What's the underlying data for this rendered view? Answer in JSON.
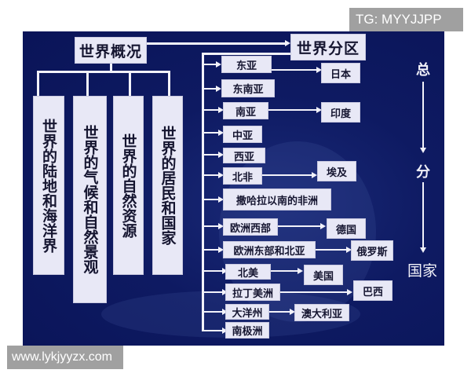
{
  "watermarks": {
    "top_right": "TG: MYYJJPP",
    "bottom_left": "www.lykjyyzx.com"
  },
  "diagram": {
    "root_left": "世界概况",
    "root_right": "世界分区",
    "left_branches": [
      "世界的陆地和海洋界",
      "世界的气候和自然景观",
      "世界的自然资源",
      "世界的居民和国家"
    ],
    "regions": [
      {
        "region": "东亚",
        "country": "日本"
      },
      {
        "region": "东南亚",
        "country": ""
      },
      {
        "region": "南亚",
        "country": "印度"
      },
      {
        "region": "中亚",
        "country": ""
      },
      {
        "region": "西亚",
        "country": ""
      },
      {
        "region": "北非",
        "country": "埃及"
      },
      {
        "region": "撒哈拉以南的非洲",
        "country": ""
      },
      {
        "region": "欧洲西部",
        "country": "德国"
      },
      {
        "region": "欧洲东部和北亚",
        "country": "俄罗斯"
      },
      {
        "region": "北美",
        "country": "美国"
      },
      {
        "region": "拉丁美洲",
        "country": "巴西"
      },
      {
        "region": "大洋州",
        "country": "澳大利亚"
      },
      {
        "region": "南极洲",
        "country": ""
      }
    ],
    "flow_labels": {
      "top": "总",
      "middle": "分",
      "bottom": "国家"
    }
  },
  "colors": {
    "background": "#0e1a62",
    "box_fill": "#e8e8f6",
    "box_text": "#151530",
    "line": "#f2f2fa",
    "watermark": "#a0a0a0"
  }
}
